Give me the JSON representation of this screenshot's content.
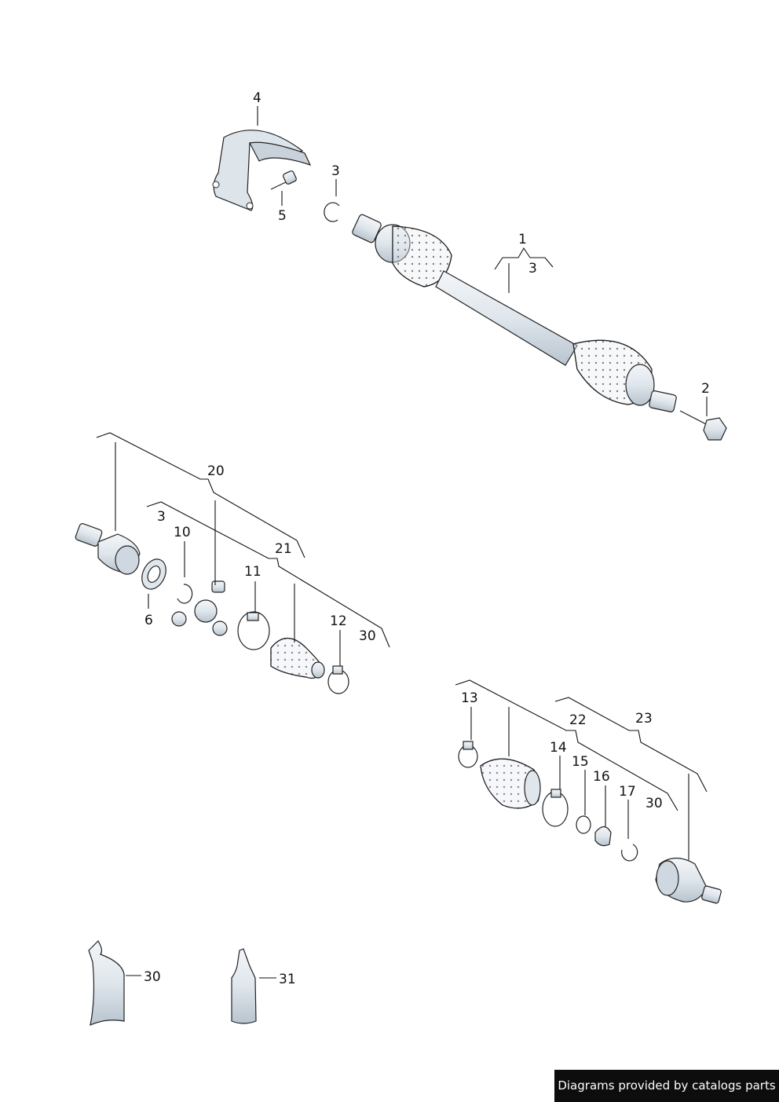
{
  "callouts": {
    "c1": "1",
    "c2": "2",
    "c3_top": "3",
    "c3_bracket": "3",
    "c4": "4",
    "c5": "5",
    "c6": "6",
    "c10": "10",
    "c11": "11",
    "c12": "12",
    "c13": "13",
    "c14": "14",
    "c15": "15",
    "c16": "16",
    "c17": "17",
    "c20": "20",
    "c3_left": "3",
    "c21": "21",
    "c22": "22",
    "c23": "23",
    "c30_left": "30",
    "c30_right": "30",
    "c30_tube": "30",
    "c31": "31"
  },
  "footer": {
    "credit": "Diagrams provided by catalogs parts"
  },
  "colors": {
    "part_fill": "#e6edf2",
    "part_shade": "#c3ced8",
    "line": "#111111"
  },
  "icons": [
    "heat-shield-icon",
    "bolt-icon",
    "circlip-icon",
    "drive-shaft-icon",
    "cv-joint-icon",
    "boot-icon",
    "clamp-icon",
    "tube-icon",
    "bottle-icon"
  ]
}
